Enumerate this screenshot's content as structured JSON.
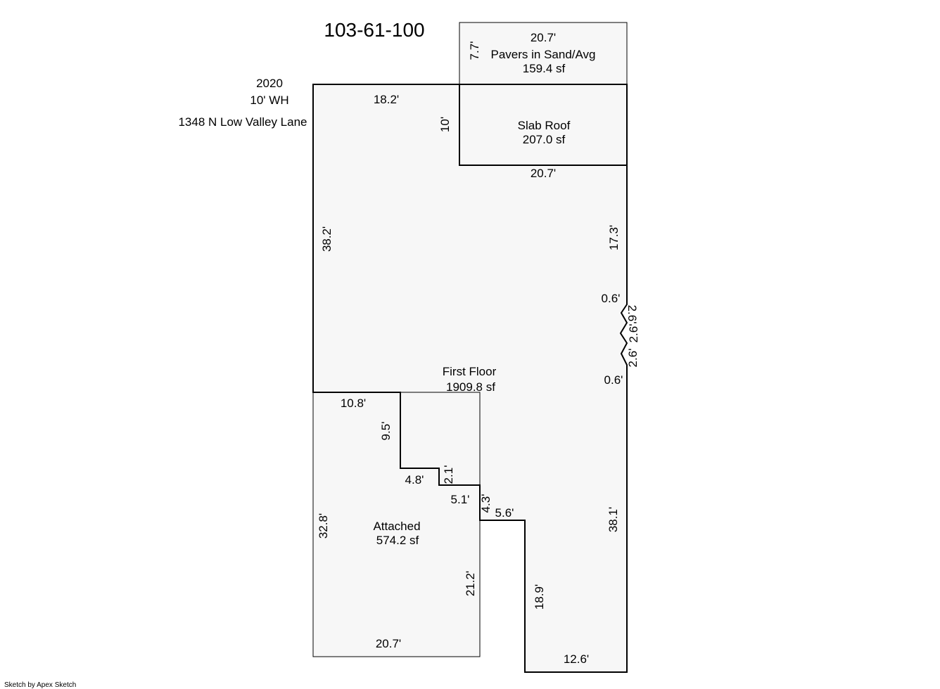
{
  "title": "103-61-100",
  "header": {
    "year": "2020",
    "water_heater": "10' WH",
    "address": "1348 N Low Valley Lane"
  },
  "footer": "Sketch by Apex Sketch",
  "areas": {
    "pavers": {
      "name": "Pavers in Sand/Avg",
      "size": "159.4 sf"
    },
    "slab": {
      "name": "Slab Roof",
      "size": "207.0 sf"
    },
    "first_floor": {
      "name": "First Floor",
      "size": "1909.8 sf"
    },
    "attached": {
      "name": "Attached",
      "size": "574.2 sf"
    }
  },
  "dimensions": {
    "pavers_top": "20.7'",
    "pavers_side": "7.7'",
    "ff_top": "18.2'",
    "slab_side": "10'",
    "slab_bottom": "20.7'",
    "ff_left": "38.2'",
    "right_upper": "17.3'",
    "bump_top": "0.6'",
    "bump_a": "2.6'",
    "bump_b": "2.6'",
    "bump_c": "2.6'",
    "bump_bottom": "0.6'",
    "step_top": "10.8'",
    "step_a": "9.5'",
    "step_b": "4.8'",
    "step_c": "2.1'",
    "step_d": "5.1'",
    "step_e": "4.3'",
    "step_f": "5.6'",
    "attached_left": "32.8'",
    "attached_right": "21.2'",
    "attached_bottom": "20.7'",
    "wing_left": "18.9'",
    "wing_bottom": "12.6'",
    "right_lower": "38.1'"
  }
}
